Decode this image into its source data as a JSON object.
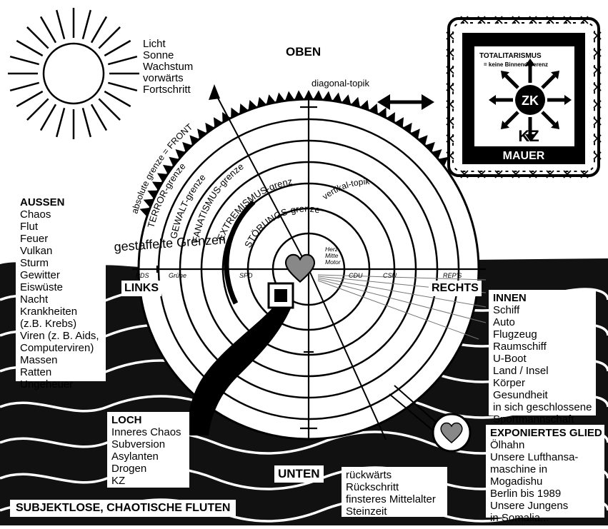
{
  "top": {
    "oben": "OBEN",
    "unten": "UNTEN",
    "links": "LINKS",
    "rechts": "RECHTS",
    "diagonal_topik": "diagonal-topik",
    "vertikal_topik": "vertikal-topik"
  },
  "sun_words": [
    "Licht",
    "Sonne",
    "Wachstum",
    "vorwärts",
    "Fortschritt"
  ],
  "boundaries": {
    "front": "absolute grenze = FRONT",
    "terror": "TERROR-grenze",
    "gewalt": "GEWALT-grenze",
    "fanatismus": "FANATISMUS-grenze",
    "extremismus": "EXTREMISMUS-grenze",
    "stoerungs": "STÖRUNGS-grenze",
    "gestaffelte": "gestaffelte Grenzen"
  },
  "center": {
    "line1": "Herz",
    "line2": "Mitte",
    "line3": "Motor"
  },
  "parties": {
    "pds": "PDS",
    "gruene": "Grüne",
    "spd": "SPD",
    "cdu": "CDU",
    "csu": "CSU",
    "reps": "REP'S"
  },
  "prison": {
    "title": "TOTALITARISMUS",
    "subtitle": "= keine Binnendifferenz",
    "zk": "ZK",
    "kz": "KZ",
    "mauer": "MAUER"
  },
  "aussen": {
    "title": "AUSSEN",
    "items": [
      "Chaos",
      "Flut",
      "Feuer",
      "Vulkan",
      "Sturm",
      "Gewitter",
      "Eiswüste",
      "Nacht",
      "Krankheiten",
      "(z.B. Krebs)",
      "Viren (z. B. Aids,",
      "Computerviren)",
      "Massen",
      "Ratten",
      "Ungeheuer"
    ]
  },
  "innen": {
    "title": "INNEN",
    "items": [
      "Schiff",
      "Auto",
      "Flugzeug",
      "Raumschiff",
      "U-Boot",
      "Land / Insel",
      "Körper",
      "Gesundheit",
      "in sich geschlossene",
      "Sportmannschaft"
    ]
  },
  "loch": {
    "title": "LOCH",
    "items": [
      "Inneres Chaos",
      "Subversion",
      "Asylanten",
      "Drogen",
      "KZ"
    ]
  },
  "glied": {
    "title": "EXPONIERTES GLIED",
    "items": [
      "Ölhahn",
      "Unsere Lufthansa-",
      "maschine in",
      "Mogadishu",
      "Berlin bis 1989",
      "Unsere Jungens",
      "in Somalia..."
    ]
  },
  "unten_words": [
    "rückwärts",
    "Rückschritt",
    "finsteres Mittelalter",
    "Steinzeit"
  ],
  "fluten": "SUBJEKTLOSE, CHAOTISCHE FLUTEN"
}
